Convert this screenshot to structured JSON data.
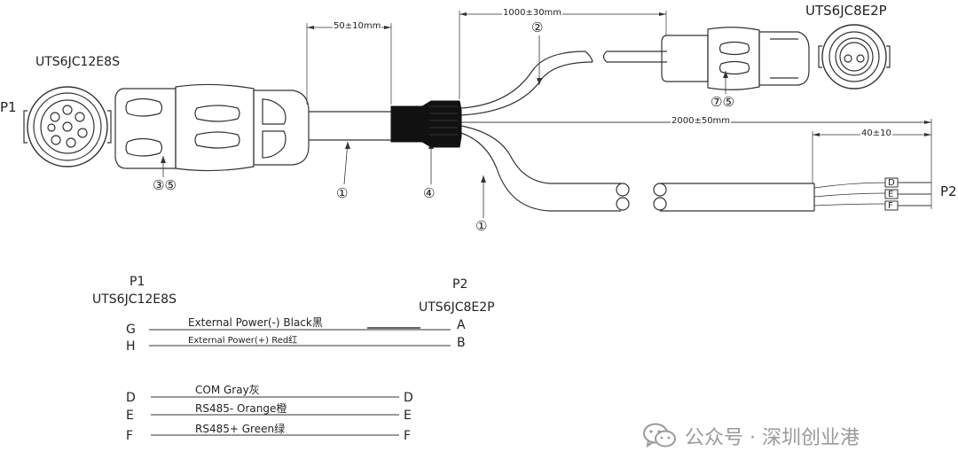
{
  "drawing": {
    "connectors": {
      "p1_label": "P1",
      "p1_part": "UTS6JC12E8S",
      "p2_part": "UTS6JC8E2P",
      "p2_label": "P2"
    },
    "dimensions": {
      "d50": "50±10mm",
      "d1000": "1000±30mm",
      "d2000": "2000±50mm",
      "d40": "40±10"
    },
    "callouts": {
      "c1a": "①",
      "c1b": "①",
      "c2": "②",
      "c4": "④",
      "c35": "③⑤",
      "c75": "⑦⑤"
    },
    "wire_tags": [
      "D",
      "E",
      "F"
    ]
  },
  "wiring": {
    "p1_label": "P1",
    "p1_part": "UTS6JC12E8S",
    "p2_label": "P2",
    "p2_part": "UTS6JC8E2P",
    "power": [
      {
        "from": "G",
        "desc": "External Power(-)  Black黑",
        "to": "A"
      },
      {
        "from": "H",
        "desc": "External Power(+) Red红",
        "to": "B"
      }
    ],
    "signal": [
      {
        "from": "D",
        "desc": "COM  Gray灰",
        "to": "D"
      },
      {
        "from": "E",
        "desc": "RS485-  Orange橙",
        "to": "E"
      },
      {
        "from": "F",
        "desc": "RS485+  Green绿",
        "to": "F"
      }
    ]
  },
  "watermark": {
    "icon": "wechat-icon",
    "text": "公众号 · 深圳创业港"
  }
}
